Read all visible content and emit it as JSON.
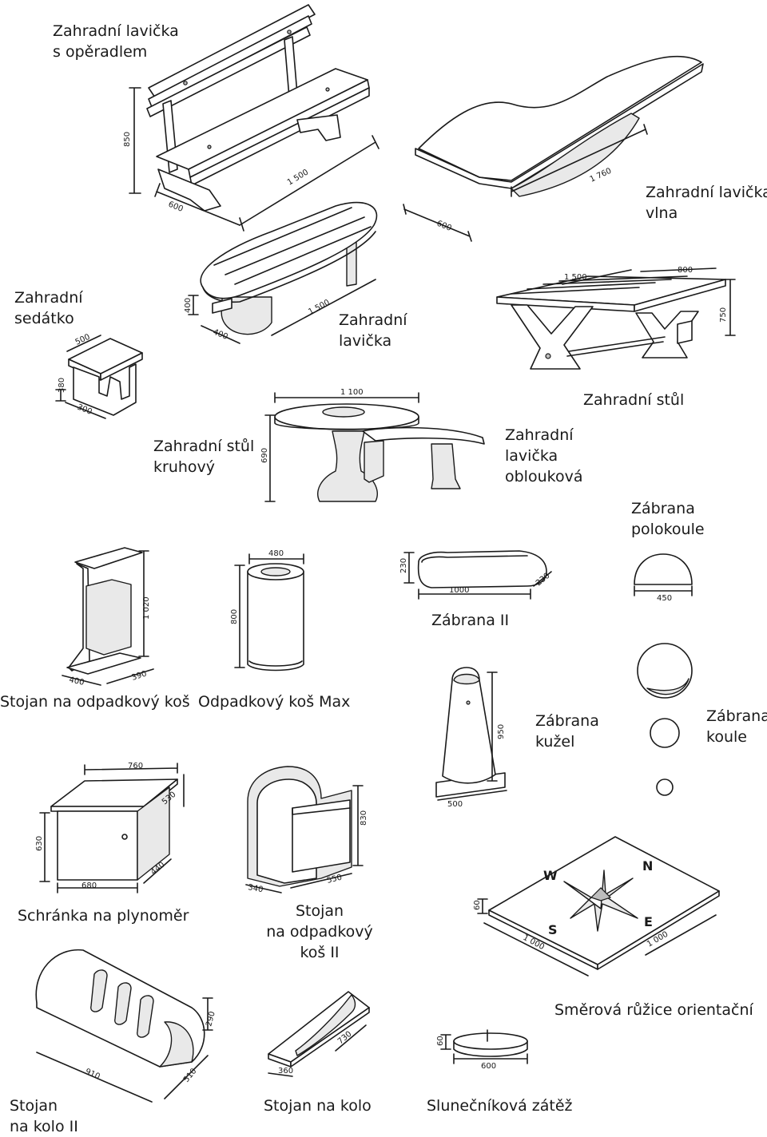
{
  "products": [
    {
      "key": "lavicka_operadlo",
      "lines": [
        "Zahradní lavička",
        "s opěradlem"
      ],
      "dims": [
        "850",
        "600",
        "1 500"
      ]
    },
    {
      "key": "lavicka_vlna",
      "lines": [
        "Zahradní lavička",
        "vlna"
      ],
      "dims": [
        "1 760",
        "600"
      ]
    },
    {
      "key": "sedatko",
      "lines": [
        "Zahradní",
        "sedátko"
      ],
      "dims": [
        "500",
        "380",
        "300"
      ]
    },
    {
      "key": "lavicka",
      "lines": [
        "Zahradní",
        "lavička"
      ],
      "dims": [
        "400",
        "400",
        "1 500"
      ]
    },
    {
      "key": "stul",
      "lines": [
        "Zahradní stůl"
      ],
      "dims": [
        "1 500",
        "800",
        "750"
      ]
    },
    {
      "key": "stul_kruhovy",
      "lines": [
        "Zahradní stůl",
        "kruhový"
      ],
      "dims": [
        "1 100",
        "690"
      ]
    },
    {
      "key": "lavicka_obloukova",
      "lines": [
        "Zahradní",
        "lavička",
        "oblouková"
      ],
      "dims": []
    },
    {
      "key": "zabrana_polokoule",
      "lines": [
        "Zábrana",
        "polokoule"
      ],
      "dims": [
        "450"
      ]
    },
    {
      "key": "stojan_kos",
      "lines": [
        "Stojan na odpadkový koš"
      ],
      "dims": [
        "1 020",
        "400",
        "390"
      ]
    },
    {
      "key": "kos_max",
      "lines": [
        "Odpadkový koš Max"
      ],
      "dims": [
        "480",
        "800"
      ]
    },
    {
      "key": "zabrana_ii",
      "lines": [
        "Zábrana II"
      ],
      "dims": [
        "230",
        "1000",
        "230"
      ]
    },
    {
      "key": "zabrana_kuzel",
      "lines": [
        "Zábrana",
        "kužel"
      ],
      "dims": [
        "950",
        "500"
      ]
    },
    {
      "key": "zabrana_koule",
      "lines": [
        "Zábrana",
        "koule"
      ],
      "dims": []
    },
    {
      "key": "schranka",
      "lines": [
        "Schránka na plynoměr"
      ],
      "dims": [
        "760",
        "530",
        "630",
        "680",
        "440"
      ]
    },
    {
      "key": "stojan_kos_ii",
      "lines": [
        "Stojan",
        "na odpadkový",
        "koš II"
      ],
      "dims": [
        "830",
        "340",
        "550"
      ]
    },
    {
      "key": "ruzice",
      "lines": [
        "Směrová růžice orientační"
      ],
      "dims": [
        "60",
        "1 000",
        "1 000"
      ],
      "compass": [
        "N",
        "W",
        "S",
        "E"
      ]
    },
    {
      "key": "stojan_kolo_ii",
      "lines": [
        "Stojan",
        "na kolo II"
      ],
      "dims": [
        "290",
        "910",
        "510"
      ]
    },
    {
      "key": "stojan_kolo",
      "lines": [
        "Stojan na kolo"
      ],
      "dims": [
        "730",
        "360"
      ]
    },
    {
      "key": "slunecnik",
      "lines": [
        "Slunečníková zátěž"
      ],
      "dims": [
        "60",
        "600"
      ]
    }
  ]
}
